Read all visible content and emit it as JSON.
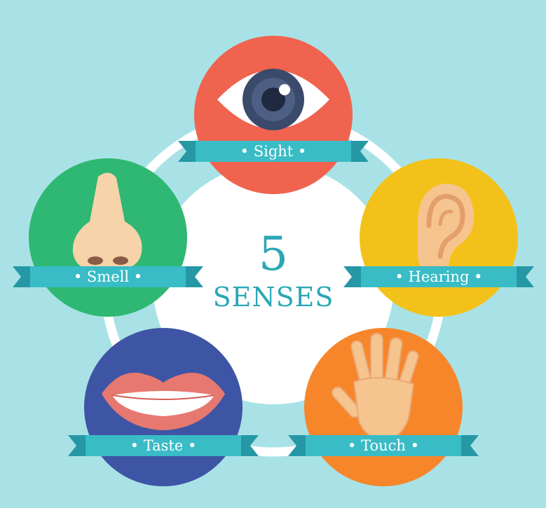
{
  "center": {
    "number": "5",
    "title": "SENSES"
  },
  "senses": [
    {
      "label": "Sight",
      "color": "#f0644f",
      "icon": "eye-icon"
    },
    {
      "label": "Hearing",
      "color": "#f3c21a",
      "icon": "ear-icon"
    },
    {
      "label": "Touch",
      "color": "#f7862a",
      "icon": "hand-icon"
    },
    {
      "label": "Taste",
      "color": "#3e55a5",
      "icon": "lips-icon"
    },
    {
      "label": "Smell",
      "color": "#2fb873",
      "icon": "nose-icon"
    }
  ],
  "colors": {
    "background": "#a9e2e6",
    "ribbon": "#39bcc6",
    "ribbon_shade": "#2698a5",
    "accent_text": "#2aa7b5"
  }
}
